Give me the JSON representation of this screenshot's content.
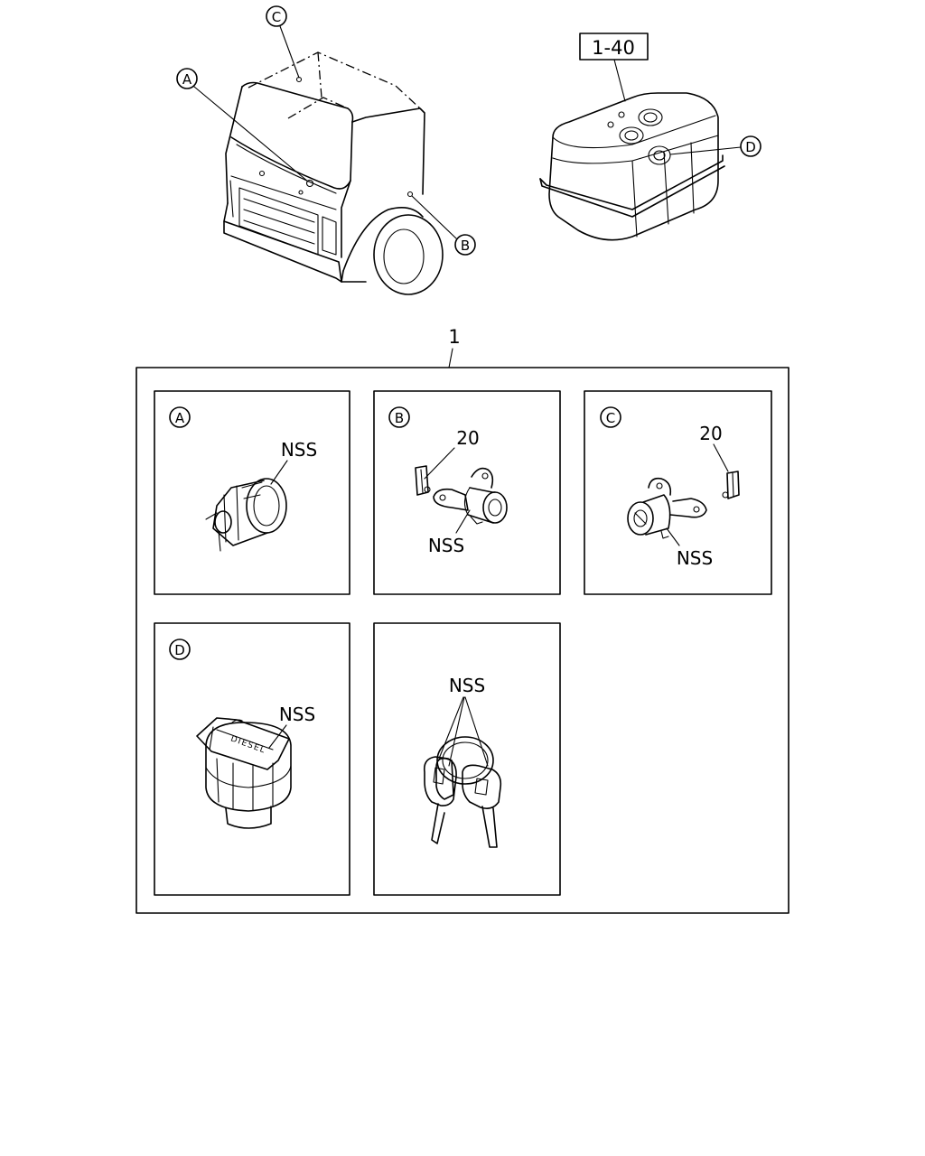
{
  "callouts": {
    "a": "A",
    "b": "B",
    "c": "C",
    "d": "D"
  },
  "reference_box": "1-40",
  "assembly_number": "1",
  "panels": {
    "a": {
      "letter": "A",
      "part_label": "NSS"
    },
    "b": {
      "letter": "B",
      "part_number": "20",
      "part_label": "NSS"
    },
    "c": {
      "letter": "C",
      "part_number": "20",
      "part_label": "NSS"
    },
    "d": {
      "letter": "D",
      "part_label": "NSS",
      "cap_text": "DIESEL"
    },
    "e": {
      "part_label": "NSS"
    }
  },
  "icons": [
    "truck-cab-illustration",
    "fuel-tank-illustration",
    "ignition-lock-illustration",
    "door-lock-illustration",
    "fuel-cap-illustration",
    "key-set-illustration"
  ]
}
